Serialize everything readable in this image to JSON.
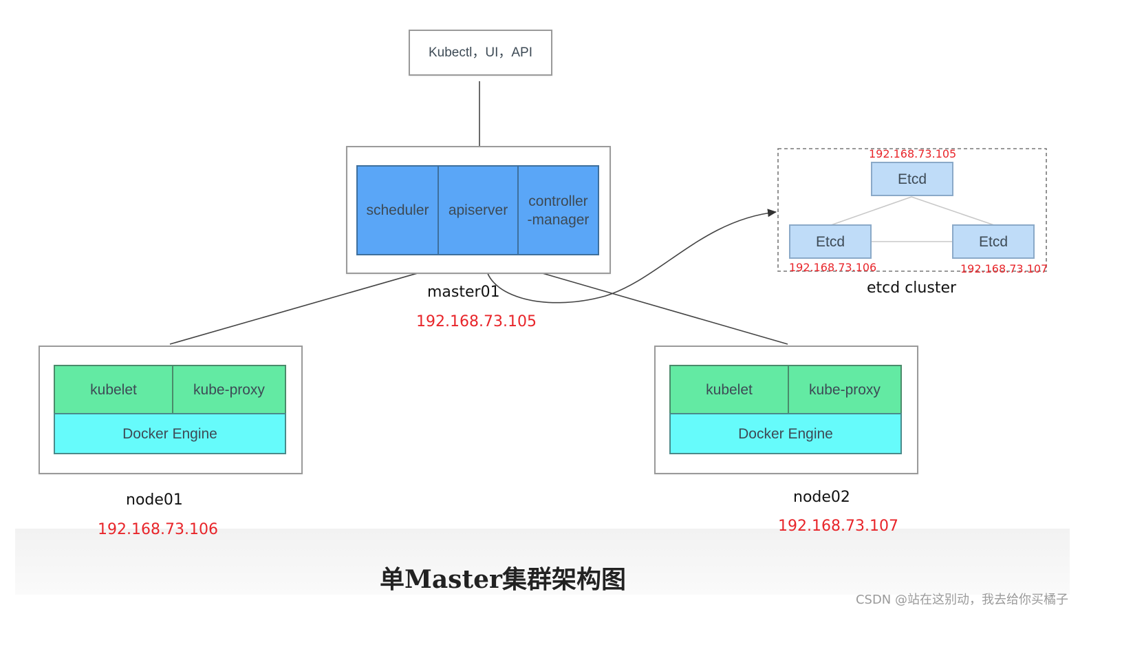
{
  "client": {
    "label": "Kubectl，UI，API"
  },
  "master": {
    "components": [
      "scheduler",
      "apiserver",
      "controller\n-manager"
    ],
    "name": "master01",
    "ip": "192.168.73.105"
  },
  "etcd_cluster": {
    "label": "etcd cluster",
    "nodes": [
      {
        "label": "Etcd",
        "ip": "192.168.73.105"
      },
      {
        "label": "Etcd",
        "ip": "192.168.73.106"
      },
      {
        "label": "Etcd",
        "ip": "192.168.73.107"
      }
    ]
  },
  "nodes": [
    {
      "name": "node01",
      "ip": "192.168.73.106",
      "kubelet": "kubelet",
      "proxy": "kube-proxy",
      "engine": "Docker Engine"
    },
    {
      "name": "node02",
      "ip": "192.168.73.107",
      "kubelet": "kubelet",
      "proxy": "kube-proxy",
      "engine": "Docker Engine"
    }
  ],
  "caption": "单Master集群架构图",
  "watermark": "CSDN @站在这别动，我去给你买橘子",
  "colors": {
    "ip_text": "#e8252a",
    "master_component": "#5aa6f7",
    "node_component": "#63eaa3",
    "docker_engine": "#66fbfb",
    "etcd_box": "#bfdcf8"
  }
}
